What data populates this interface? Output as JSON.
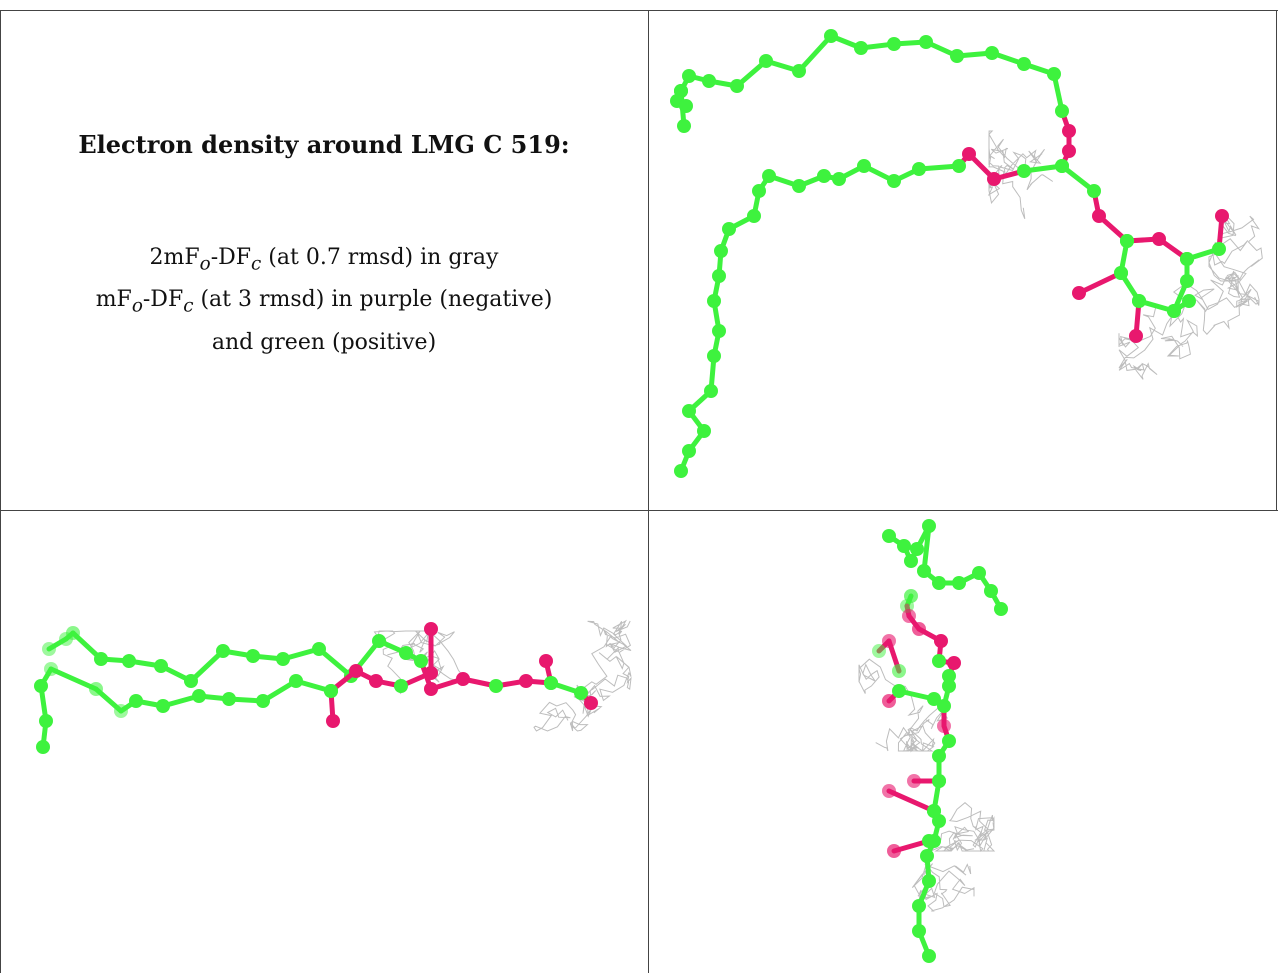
{
  "caption": {
    "title": "Electron density around LMG C 519:",
    "line1": {
      "pre": "2mF",
      "sub1": "o",
      "mid": "-DF",
      "sub2": "c",
      "post": " (at 0.7 rmsd) in gray"
    },
    "line2": {
      "pre": "mF",
      "sub1": "o",
      "mid": "-DF",
      "sub2": "c",
      "post": " (at 3 rmsd) in purple (negative)"
    },
    "line3": "and green (positive)"
  },
  "colors": {
    "carbon": "#3ef23e",
    "oxygen": "#e8186e",
    "density_2fofc": "#bdbdbd",
    "border": "#444444"
  },
  "views": [
    {
      "name": "top-right",
      "description_visible": false
    },
    {
      "name": "bottom-left",
      "description_visible": false
    },
    {
      "name": "bottom-right",
      "description_visible": false
    }
  ]
}
